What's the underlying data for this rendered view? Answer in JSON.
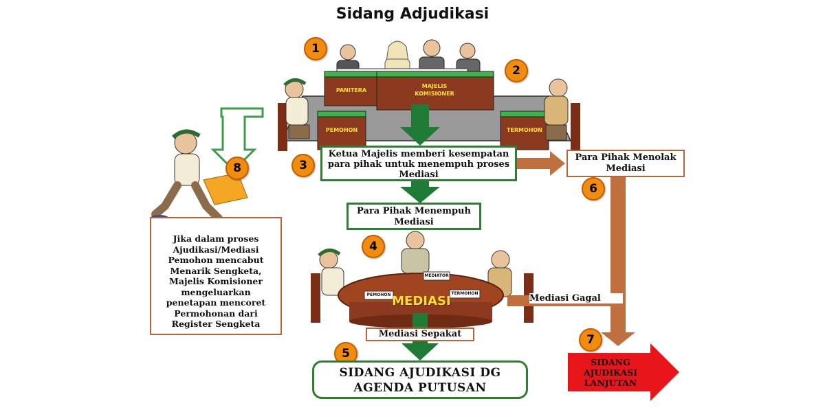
{
  "title": "Sidang Adjudikasi",
  "steps": {
    "s1": "1",
    "s2": "2",
    "s3": "3",
    "s4": "4",
    "s5": "5",
    "s6": "6",
    "s7": "7",
    "s8": "8"
  },
  "desk_labels": {
    "panitera": "PANITERA",
    "majelis": "MAJELIS KOMISIONER",
    "pemohon": "PEMOHON",
    "termohon": "TERMOHON"
  },
  "boxes": {
    "ketua": "Ketua Majelis memberi kesempatan para pihak untuk menempuh proses Mediasi",
    "menempuh": "Para Pihak Menempuh Mediasi",
    "menolak": "Para Pihak Menolak Mediasi",
    "pencabutan": "Jika dalam proses Ajudikasi/Mediasi Pemohon mencabut Menarik Sengketa, Majelis Komisioner mengeluarkan penetapan mencoret Permohonan dari Register Sengketa",
    "sepakat": "Mediasi Sepakat",
    "gagal": "Mediasi Gagal",
    "putusan": "SIDANG AJUDIKASI DG AGENDA PUTUSAN",
    "lanjutan": "SIDANG AJUDIKASI LANJUTAN"
  },
  "mediation_table": {
    "mediasi": "MEDIASI",
    "mediator": "MEDIATOR",
    "pemohon": "PEMOHON",
    "termohon": "TERMOHON"
  },
  "colors": {
    "green": "#2e7d32",
    "brown": "#c0703f",
    "orange": "#f28c0f",
    "red": "#e8161b",
    "desk_green": "#3bb54a",
    "desk_brown": "#8b3a1f"
  }
}
